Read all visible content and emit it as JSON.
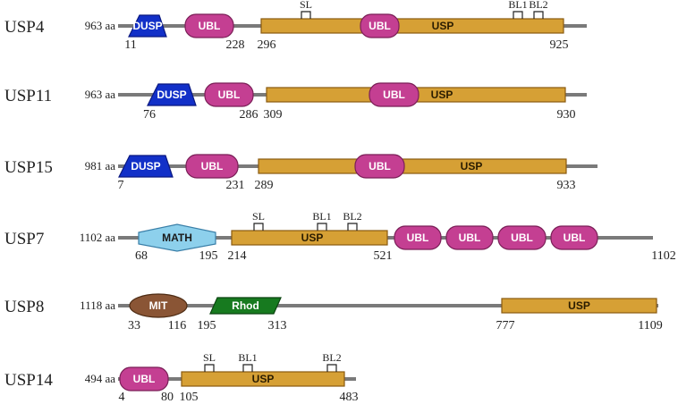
{
  "colors": {
    "backbone": "#7a7a7a",
    "USP": "#d6a035",
    "USP_stroke": "#8a5a10",
    "USP_text": "#2a1c00",
    "UBL": "#c43f92",
    "UBL_stroke": "#7a1f57",
    "UBL_text": "#ffffff",
    "DUSP": "#1230c8",
    "DUSP_stroke": "#0a1880",
    "DUSP_text": "#ffffff",
    "MATH": "#8dd0ec",
    "MATH_stroke": "#3a7fa8",
    "MATH_text": "#1a1a1a",
    "MIT": "#8a5535",
    "MIT_stroke": "#4e2c14",
    "MIT_text": "#ffffff",
    "Rhod": "#177a1f",
    "Rhod_stroke": "#0b4510",
    "Rhod_text": "#ffffff"
  },
  "proteins": [
    {
      "name": "USP4",
      "length_label": "963 aa",
      "domains": [
        {
          "type": "DUSP",
          "label": "DUSP",
          "shape": "trapezoid"
        },
        {
          "type": "UBL",
          "label": "UBL",
          "shape": "pill"
        },
        {
          "type": "USP",
          "label": "USP",
          "shape": "rect"
        },
        {
          "type": "UBL",
          "label": "UBL",
          "shape": "pill"
        }
      ],
      "markers": [
        "SL",
        "BL1",
        "BL2"
      ],
      "positions": [
        "11",
        "228",
        "296",
        "925"
      ]
    },
    {
      "name": "USP11",
      "length_label": "963 aa",
      "domains": [
        {
          "type": "DUSP",
          "label": "DUSP",
          "shape": "trapezoid"
        },
        {
          "type": "UBL",
          "label": "UBL",
          "shape": "pill"
        },
        {
          "type": "USP",
          "label": "USP",
          "shape": "rect"
        },
        {
          "type": "UBL",
          "label": "UBL",
          "shape": "pill"
        }
      ],
      "markers": [],
      "positions": [
        "76",
        "286",
        "309",
        "930"
      ]
    },
    {
      "name": "USP15",
      "length_label": "981 aa",
      "domains": [
        {
          "type": "DUSP",
          "label": "DUSP",
          "shape": "trapezoid"
        },
        {
          "type": "UBL",
          "label": "UBL",
          "shape": "pill"
        },
        {
          "type": "USP",
          "label": "USP",
          "shape": "rect"
        },
        {
          "type": "UBL",
          "label": "UBL",
          "shape": "pill"
        }
      ],
      "markers": [],
      "positions": [
        "7",
        "231",
        "289",
        "933"
      ]
    },
    {
      "name": "USP7",
      "length_label": "1102 aa",
      "domains": [
        {
          "type": "MATH",
          "label": "MATH",
          "shape": "hexagon"
        },
        {
          "type": "USP",
          "label": "USP",
          "shape": "rect"
        },
        {
          "type": "UBL",
          "label": "UBL",
          "shape": "pill"
        },
        {
          "type": "UBL",
          "label": "UBL",
          "shape": "pill"
        },
        {
          "type": "UBL",
          "label": "UBL",
          "shape": "pill"
        },
        {
          "type": "UBL",
          "label": "UBL",
          "shape": "pill"
        }
      ],
      "markers": [
        "SL",
        "BL1",
        "BL2"
      ],
      "positions": [
        "68",
        "195",
        "214",
        "521",
        "1102"
      ]
    },
    {
      "name": "USP8",
      "length_label": "1118 aa",
      "domains": [
        {
          "type": "MIT",
          "label": "MIT",
          "shape": "ellipse"
        },
        {
          "type": "Rhod",
          "label": "Rhod",
          "shape": "parallelogram"
        },
        {
          "type": "USP",
          "label": "USP",
          "shape": "rect"
        }
      ],
      "markers": [],
      "positions": [
        "33",
        "116",
        "195",
        "313",
        "777",
        "1109"
      ]
    },
    {
      "name": "USP14",
      "length_label": "494 aa",
      "domains": [
        {
          "type": "UBL",
          "label": "UBL",
          "shape": "pill"
        },
        {
          "type": "USP",
          "label": "USP",
          "shape": "rect"
        }
      ],
      "markers": [
        "SL",
        "BL1",
        "BL2"
      ],
      "positions": [
        "4",
        "80",
        "105",
        "483"
      ]
    }
  ]
}
